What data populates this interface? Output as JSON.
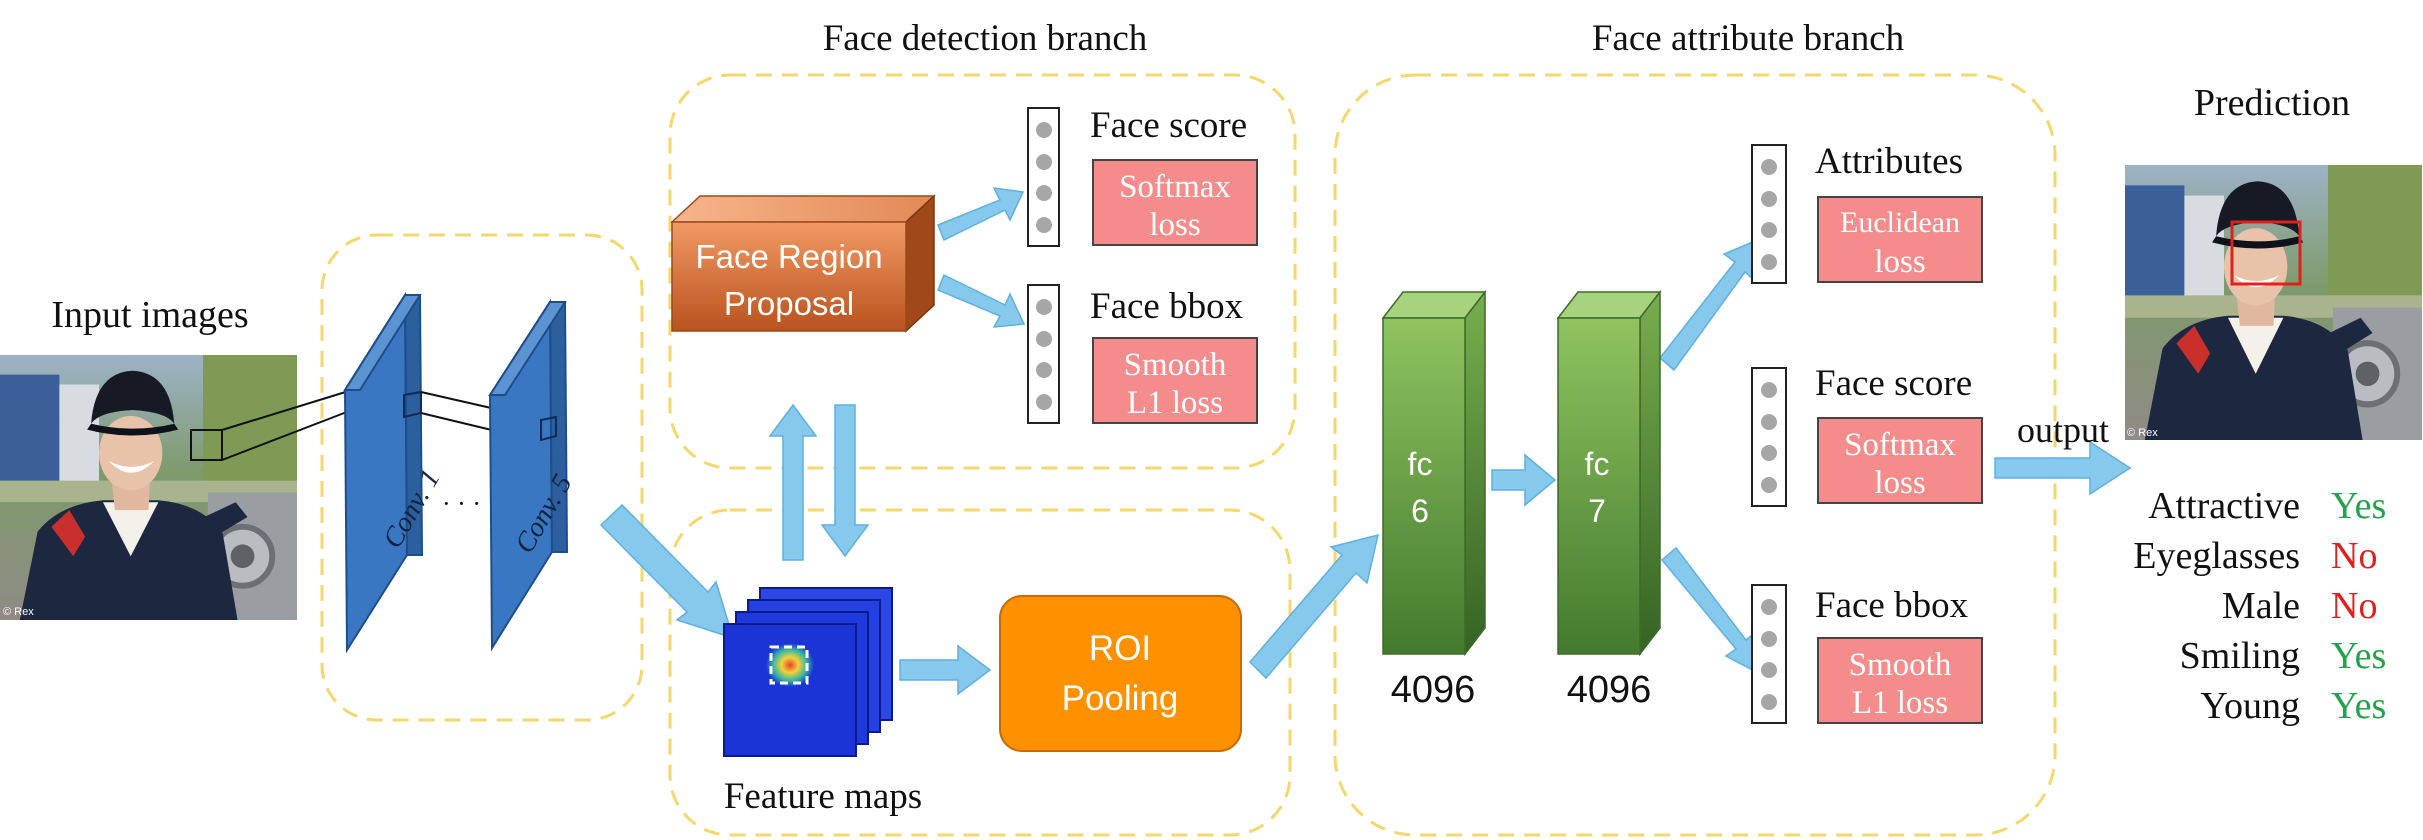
{
  "titles": {
    "face_detection_branch": "Face detection branch",
    "face_attribute_branch": "Face attribute branch",
    "prediction": "Prediction",
    "input_images": "Input images",
    "feature_maps": "Feature maps"
  },
  "conv": {
    "conv1": "Conv. 1",
    "conv5": "Conv. 5",
    "dots": "· · · · ·"
  },
  "proposal": {
    "line1": "Face Region",
    "line2": "Proposal"
  },
  "roi": {
    "line1": "ROI",
    "line2": "Pooling"
  },
  "detection_outputs": {
    "face_score": "Face score",
    "face_score_loss": [
      "Softmax",
      "loss"
    ],
    "face_bbox": "Face bbox",
    "face_bbox_loss": [
      "Smooth",
      "L1 loss"
    ]
  },
  "fc": {
    "fc6": {
      "label": [
        "fc",
        "6"
      ],
      "size": "4096"
    },
    "fc7": {
      "label": [
        "fc",
        "7"
      ],
      "size": "4096"
    }
  },
  "attribute_outputs": {
    "attributes": "Attributes",
    "attributes_loss": [
      "Euclidean",
      "loss"
    ],
    "face_score": "Face score",
    "face_score_loss": [
      "Softmax",
      "loss"
    ],
    "face_bbox": "Face bbox",
    "face_bbox_loss": [
      "Smooth",
      "L1 loss"
    ]
  },
  "output_label": "output",
  "photo_credit": "© Rex",
  "predictions": [
    {
      "attribute": "Attractive",
      "value": "Yes"
    },
    {
      "attribute": "Eyeglasses",
      "value": "No"
    },
    {
      "attribute": "Male",
      "value": "No"
    },
    {
      "attribute": "Smiling",
      "value": "Yes"
    },
    {
      "attribute": "Young",
      "value": "Yes"
    }
  ],
  "colors": {
    "branch_border": "#F5D76E",
    "conv_blue": "#3A77C2",
    "arrow_blue": "#86C9EC",
    "proposal_orange": "#D9743A",
    "roi_orange": "#FF9000",
    "fc_green": "#6FA34A",
    "loss_box": "#F58C8C",
    "yes": "#22A24A",
    "no": "#E0201C"
  }
}
